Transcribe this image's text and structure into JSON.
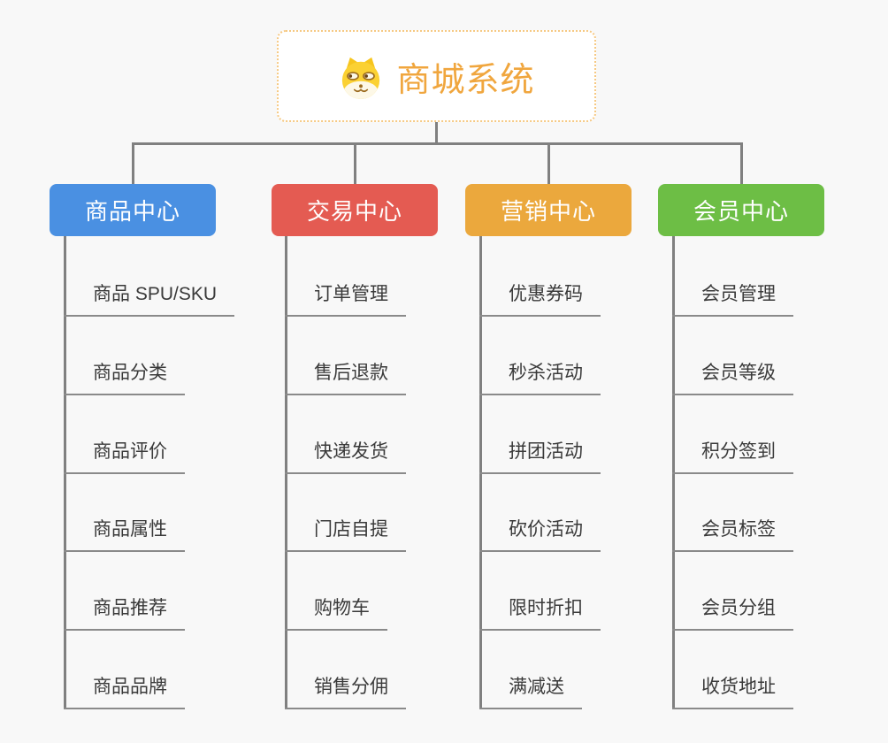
{
  "root": {
    "title": "商城系统",
    "icon": "doge-icon"
  },
  "colors": {
    "background": "#f8f8f8",
    "root_text": "#f0a63e",
    "root_border": "#f6c983",
    "connector_line": "#808080",
    "leaf_underline": "#8a8a8a",
    "leaf_text": "#3a3a3a",
    "branch_blue": "#4a90e2",
    "branch_red": "#e45b52",
    "branch_orange": "#eba83d",
    "branch_green": "#6dbe45"
  },
  "branches": [
    {
      "label": "商品中心",
      "color": "#4a90e2",
      "items": [
        "商品 SPU/SKU",
        "商品分类",
        "商品评价",
        "商品属性",
        "商品推荐",
        "商品品牌"
      ]
    },
    {
      "label": "交易中心",
      "color": "#e45b52",
      "items": [
        "订单管理",
        "售后退款",
        "快递发货",
        "门店自提",
        "购物车",
        "销售分佣"
      ]
    },
    {
      "label": "营销中心",
      "color": "#eba83d",
      "items": [
        "优惠券码",
        "秒杀活动",
        "拼团活动",
        "砍价活动",
        "限时折扣",
        "满减送"
      ]
    },
    {
      "label": "会员中心",
      "color": "#6dbe45",
      "items": [
        "会员管理",
        "会员等级",
        "积分签到",
        "会员标签",
        "会员分组",
        "收货地址"
      ]
    }
  ]
}
